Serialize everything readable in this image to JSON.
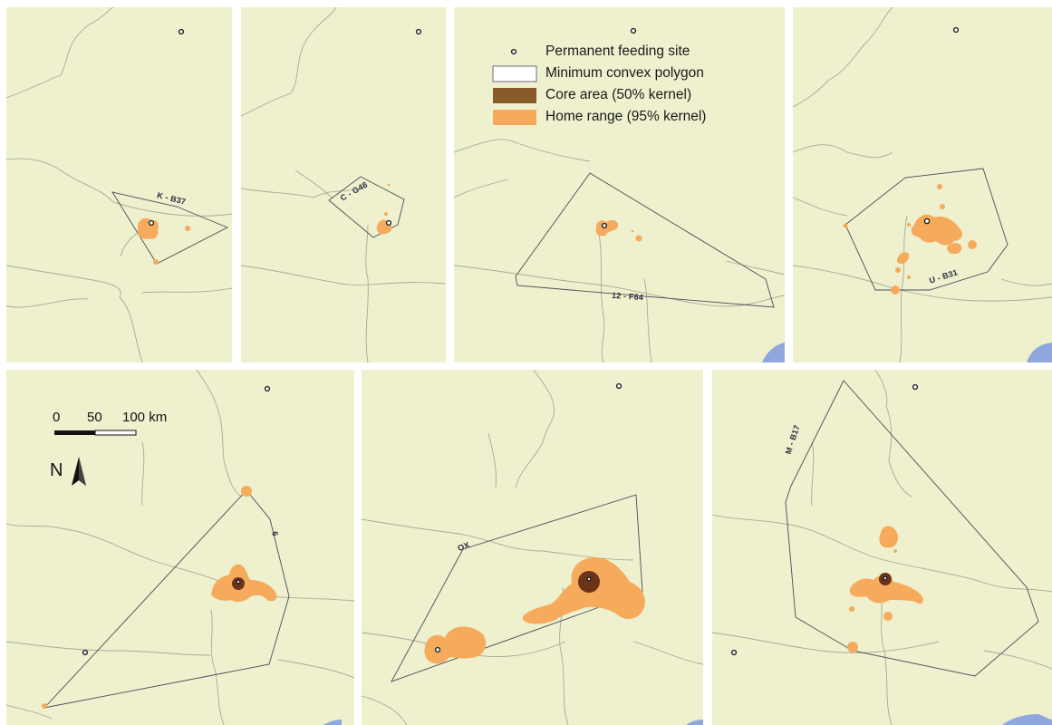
{
  "legend": {
    "feeding_site": "Permanent feeding site",
    "mcp": "Minimum convex polygon",
    "core": "Core area (50% kernel)",
    "home_range": "Home range (95% kernel)"
  },
  "colors": {
    "background": "#eef0ce",
    "home_range": "#f6ab5c",
    "core_area": "#8b5a2b",
    "core_area_dot": "#6b3418",
    "border_lines": "#a8ab96",
    "mcp_line": "#4a4c58",
    "sea": "#8fa7dc"
  },
  "panels": {
    "p1": {
      "label": "K - B37"
    },
    "p2": {
      "label": "C - G48"
    },
    "p3": {
      "label": "12 - F64"
    },
    "p4": {
      "label": "U - B31"
    },
    "p5": {
      "label": "6"
    },
    "p6": {
      "label": "OX"
    },
    "p7": {
      "label": "M - B17"
    }
  },
  "scale": {
    "t0": "0",
    "t50": "50",
    "t100": "100 km"
  },
  "north_label": "N"
}
